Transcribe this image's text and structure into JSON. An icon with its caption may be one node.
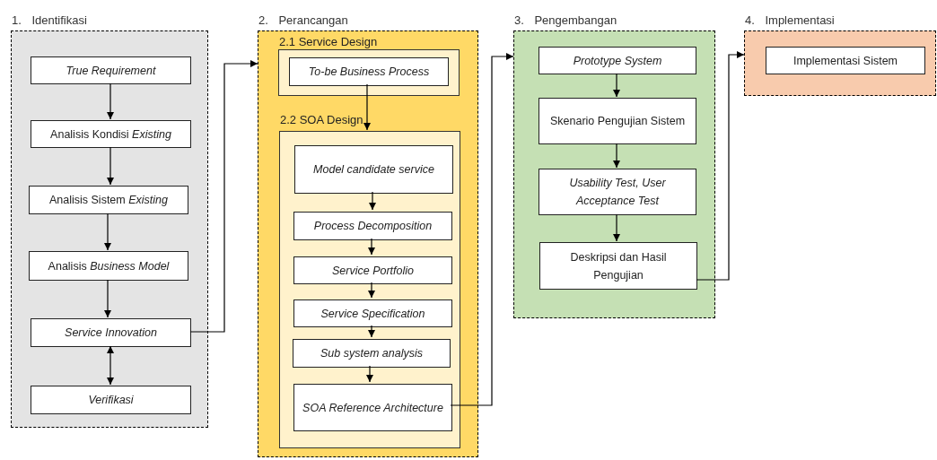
{
  "diagram": {
    "nodes": [
      {
        "text": [
          "1. Identifikasi"
        ]
      },
      {
        "text": [
          "True Requirement"
        ],
        "in": 0
      },
      {
        "text": [
          "Analisis Kondisi *Existing*"
        ],
        "in": 0
      },
      {
        "text": [
          "Analisis Sistem *Existing*"
        ],
        "in": 0
      },
      {
        "text": [
          "Analisis *Business Model*"
        ],
        "in": 0
      },
      {
        "text": [
          "Service Innovation"
        ],
        "in": 0
      },
      {
        "text": [
          "Verifikasi"
        ],
        "in": 0
      },
      {
        "text": [
          "2. Perancangan"
        ]
      },
      {
        "text": [
          "2.1 Service Design"
        ],
        "in": 7
      },
      {
        "text": [
          "To-be Business Process"
        ],
        "in": 8
      },
      {
        "text": [
          "2.2 SOA Design"
        ],
        "in": 7
      },
      {
        "text": [
          "Model candidate service"
        ],
        "in": 10
      },
      {
        "text": [
          "Process Decomposition"
        ],
        "in": 10
      },
      {
        "text": [
          "Service Portfolio"
        ],
        "in": 10
      },
      {
        "text": [
          "Service Specification"
        ],
        "in": 10
      },
      {
        "text": [
          "Sub system analysis"
        ],
        "in": 10
      },
      {
        "text": [
          "SOA Reference Architecture"
        ],
        "in": 10
      },
      {
        "text": [
          "3. Pengembangan"
        ]
      },
      {
        "text": [
          "Prototype System"
        ],
        "in": 17
      },
      {
        "text": [
          "Skenario Pengujian Sistem"
        ],
        "in": 17
      },
      {
        "text": [
          "Usability Test, User Acceptance Test"
        ],
        "in": 17
      },
      {
        "text": [
          "Deskripsi dan Hasil Pengujian"
        ],
        "in": 17
      },
      {
        "text": [
          "4. Implementasi"
        ]
      },
      {
        "text": [
          "Implementasi Sistem"
        ],
        "in": 22
      }
    ],
    "edges": [
      {
        "from": 1,
        "to": 2,
        "arrow": "to"
      },
      {
        "from": 2,
        "to": 3,
        "arrow": "to"
      },
      {
        "from": 3,
        "to": 4,
        "arrow": "to"
      },
      {
        "from": 4,
        "to": 5,
        "arrow": "to"
      },
      {
        "from": 5,
        "to": 6,
        "arrow": "both"
      },
      {
        "from": 5,
        "to": 7,
        "arrow": "to"
      },
      {
        "from": 9,
        "to": 10,
        "arrow": "to"
      },
      {
        "from": 11,
        "to": 12,
        "arrow": "to"
      },
      {
        "from": 12,
        "to": 13,
        "arrow": "to"
      },
      {
        "from": 13,
        "to": 14,
        "arrow": "to"
      },
      {
        "from": 14,
        "to": 15,
        "arrow": "to"
      },
      {
        "from": 15,
        "to": 16,
        "arrow": "to"
      },
      {
        "from": 16,
        "to": 17,
        "arrow": "to"
      },
      {
        "from": 18,
        "to": 19,
        "arrow": "to"
      },
      {
        "from": 19,
        "to": 20,
        "arrow": "to"
      },
      {
        "from": 20,
        "to": 21,
        "arrow": "to"
      },
      {
        "from": 21,
        "to": 22,
        "arrow": "to"
      }
    ]
  }
}
